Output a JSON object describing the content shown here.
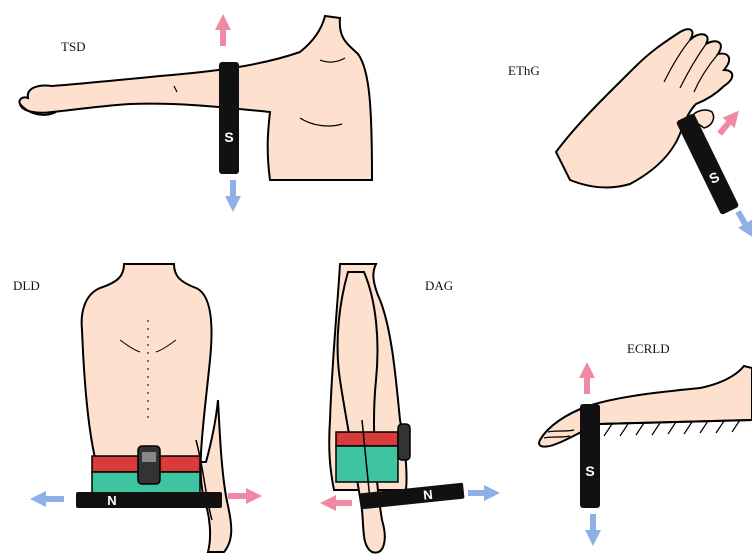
{
  "labels": {
    "tsd": "TSD",
    "ethg": "EThG",
    "dld": "DLD",
    "dag": "DAG",
    "ecrld": "ECRLD"
  },
  "strap_marks": {
    "tsd": "S",
    "ethg": "S",
    "dld": "N",
    "dag": "N",
    "ecrld": "S"
  },
  "colors": {
    "skin": "#fde0cd",
    "outline": "#000000",
    "strap": "#111111",
    "pink_arrow": "#f08aa4",
    "blue_arrow": "#8fb0e6",
    "belt_red": "#d93a3a",
    "belt_teal": "#3fc4a2"
  }
}
